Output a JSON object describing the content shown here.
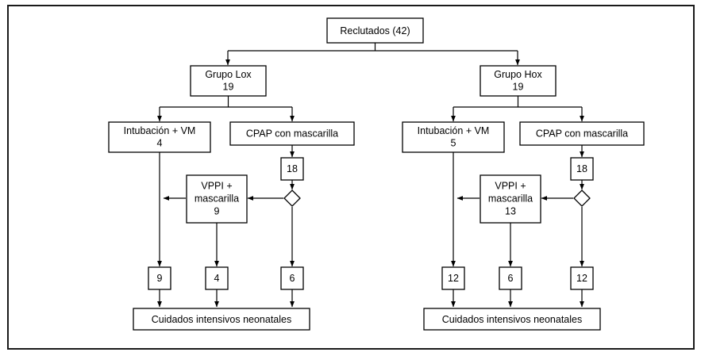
{
  "diagram": {
    "title_text": "Reclutados (42)",
    "type": "flowchart",
    "frame_color": "#1a1a1a",
    "node_stroke_color": "#000000",
    "background_color": "#ffffff",
    "root": {
      "label": "Reclutados (42)",
      "count": 42
    },
    "branches": [
      {
        "id": "lox",
        "group_label": "Grupo Lox",
        "group_count": "19",
        "intubation_label": "Intubación + VM",
        "intubation_count": "4",
        "cpap_label": "CPAP con mascarilla",
        "cpap_count": "18",
        "vppi_label_line1": "VPPI +",
        "vppi_label_line2": "mascarilla",
        "vppi_count": "9",
        "outcome_intubation": "9",
        "outcome_vppi": "4",
        "outcome_cpap": "6",
        "final_label": "Cuidados intensivos neonatales"
      },
      {
        "id": "hox",
        "group_label": "Grupo Hox",
        "group_count": "19",
        "intubation_label": "Intubación + VM",
        "intubation_count": "5",
        "cpap_label": "CPAP con mascarilla",
        "cpap_count": "18",
        "vppi_label_line1": "VPPI +",
        "vppi_label_line2": "mascarilla",
        "vppi_count": "13",
        "outcome_intubation": "12",
        "outcome_vppi": "6",
        "outcome_cpap": "12",
        "final_label": "Cuidados intensivos neonatales"
      }
    ]
  }
}
